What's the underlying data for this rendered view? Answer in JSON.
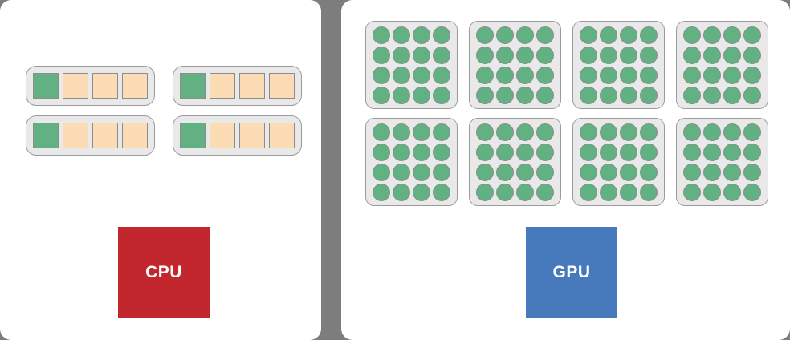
{
  "background_color": "#7d7d7d",
  "colors": {
    "panel_background": "#ffffff",
    "group_background": "#e9e9e9",
    "group_border": "#9b9b9b",
    "control_unit_green": "#62b183",
    "cache_unit_orange": "#fbdcb4",
    "unit_border": "#8c8c8c",
    "cpu_block_red": "#c1272d",
    "gpu_block_blue": "#4779bd",
    "label_text": "#ffffff"
  },
  "cpu_panel": {
    "name": "cpu-panel",
    "label": "CPU",
    "group_count": 4,
    "group_layout": {
      "rows": 2,
      "cols": 2
    },
    "groups": [
      {
        "units": [
          "control",
          "cache",
          "cache",
          "cache"
        ]
      },
      {
        "units": [
          "control",
          "cache",
          "cache",
          "cache"
        ]
      },
      {
        "units": [
          "control",
          "cache",
          "cache",
          "cache"
        ]
      },
      {
        "units": [
          "control",
          "cache",
          "cache",
          "cache"
        ]
      }
    ]
  },
  "gpu_panel": {
    "name": "gpu-panel",
    "label": "GPU",
    "group_count": 8,
    "group_layout": {
      "rows": 2,
      "cols": 4
    },
    "cores_per_group": 16,
    "core_grid": {
      "rows": 4,
      "cols": 4
    },
    "groups": [
      {
        "cores": 16
      },
      {
        "cores": 16
      },
      {
        "cores": 16
      },
      {
        "cores": 16
      },
      {
        "cores": 16
      },
      {
        "cores": 16
      },
      {
        "cores": 16
      },
      {
        "cores": 16
      }
    ]
  }
}
